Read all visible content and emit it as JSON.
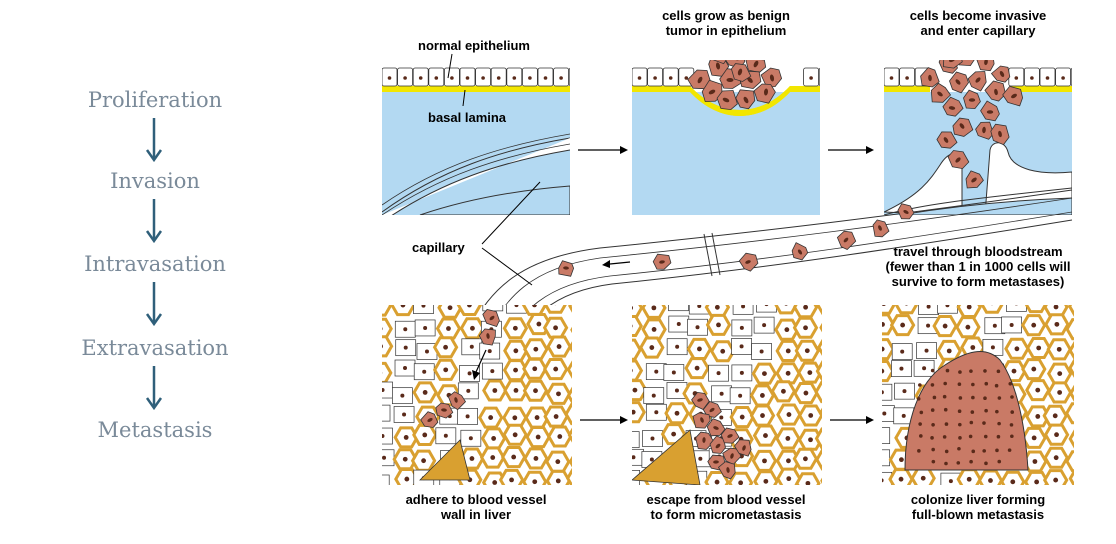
{
  "steps": [
    "Proliferation",
    "Invasion",
    "Intravasation",
    "Extravasation",
    "Metastasis"
  ],
  "labels": {
    "normal_epithelium": "normal epithelium",
    "basal_lamina": "basal lamina",
    "benign_1": "cells grow as benign",
    "benign_2": "tumor in epithelium",
    "invasive_1": "cells become invasive",
    "invasive_2": "and enter capillary",
    "capillary": "capillary",
    "travel_1": "travel through bloodstream",
    "travel_2": "(fewer than 1 in 1000 cells will",
    "travel_3": "survive to form metastases)",
    "adhere_1": "adhere to blood vessel",
    "adhere_2": "wall in liver",
    "escape_1": "escape from blood vessel",
    "escape_2": "to form micrometastasis",
    "colonize_1": "colonize liver forming",
    "colonize_2": "full-blown metastasis"
  },
  "colors": {
    "step_text": "#7a8a99",
    "step_arrow": "#2f5f7a",
    "tissue_blue": "#b3d9f2",
    "lamina_yellow": "#f2e600",
    "tumor_cell": "#c97a66",
    "liver_cell": "#d9a030",
    "nucleus": "#5a2a1a"
  }
}
